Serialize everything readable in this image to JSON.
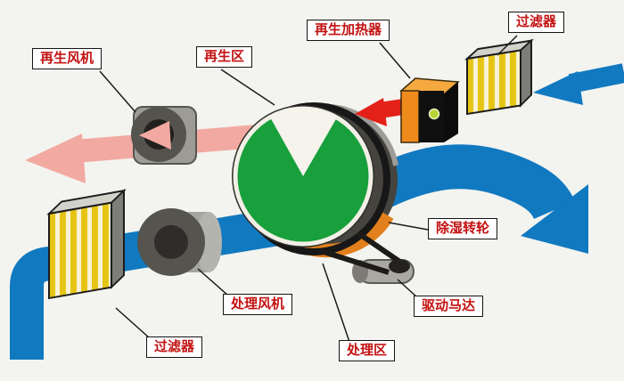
{
  "diagram": {
    "type": "rotary-desiccant-dehumidifier-schematic",
    "labels": {
      "regen_fan": "再生风机",
      "regen_zone": "再生区",
      "regen_heater": "再生加热器",
      "filter_top": "过滤器",
      "dehumid_wheel": "除湿转轮",
      "drive_motor": "驱动马达",
      "process_zone": "处理区",
      "process_fan": "处理风机",
      "filter_bottom": "过滤器"
    },
    "colors": {
      "process_air_blue": "#1179c0",
      "regen_exhaust_pink": "#f2a9a1",
      "hot_air_red": "#e32119",
      "wheel_green": "#17a03b",
      "heater_orange": "#ef8a1c",
      "heater_top_orange": "#f6a93e",
      "filter_yellow": "#e6c414",
      "label_text_red": "#c31111",
      "machine_gray": "#9c9b96",
      "background": "#f3f3ef"
    }
  }
}
